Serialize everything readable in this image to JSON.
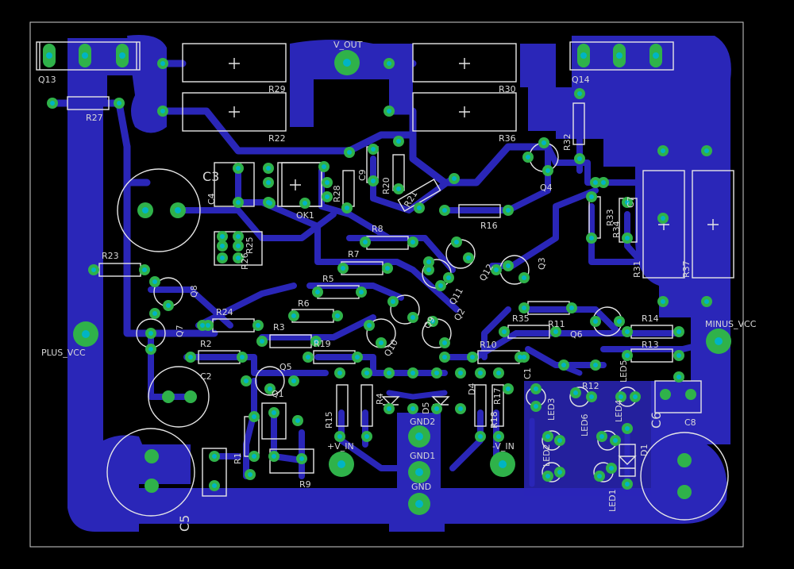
{
  "title": "",
  "colors": {
    "background": "#000000",
    "copper": "#2a26b8",
    "pad": "#2fb24a",
    "drill": "#00b4c4",
    "silkscreen": "#e6e6e6"
  },
  "connectors": {
    "v_out": "V_OUT",
    "plus_vcc": "PLUS_VCC",
    "minus_vcc": "MINUS_VCC",
    "plus_v_in": "+V_IN",
    "minus_v_in": "-V_IN",
    "gnd": "GND",
    "gnd1": "GND1",
    "gnd2": "GND2"
  },
  "components": {
    "Q13": "Q13",
    "Q14": "Q14",
    "R27": "R27",
    "R29": "R29",
    "R22": "R22",
    "R30": "R30",
    "R36": "R36",
    "R32": "R32",
    "C3": "C3",
    "C4": "C4",
    "OK1": "OK1",
    "R28": "R28",
    "C9": "C9",
    "R20": "R20",
    "R21": "R21",
    "Q4": "Q4",
    "R33": "R33",
    "C7": "C7",
    "R34": "R34",
    "R31": "R31",
    "R37": "R37",
    "R16": "R16",
    "R8": "R8",
    "R7": "R7",
    "R25": "R25",
    "R26": "R26",
    "R23": "R23",
    "Q8": "Q8",
    "Q12": "Q12",
    "Q3": "Q3",
    "Q11": "Q11",
    "R5": "R5",
    "R6": "R6",
    "R24": "R24",
    "Q7": "Q7",
    "R3": "R3",
    "Q9": "Q9",
    "Q2": "Q2",
    "R35": "R35",
    "R11": "R11",
    "R14": "R14",
    "Q6": "Q6",
    "R13": "R13",
    "R2": "R2",
    "R19": "R19",
    "Q10": "Q10",
    "R10": "R10",
    "Q5": "Q5",
    "C2": "C2",
    "Q1": "Q1",
    "R4": "R4",
    "D5": "D5",
    "D4": "D4",
    "R17": "R17",
    "C1": "C1",
    "R12": "R12",
    "LED5": "LED5",
    "C6": "C6",
    "C8": "C8",
    "R15": "R15",
    "R18": "R18",
    "LED3": "LED3",
    "LED6": "LED6",
    "LED4": "LED4",
    "LED2": "LED2",
    "D1": "D1",
    "LED1": "LED1",
    "R9": "R9",
    "C5": "C5",
    "R1": "R1"
  }
}
